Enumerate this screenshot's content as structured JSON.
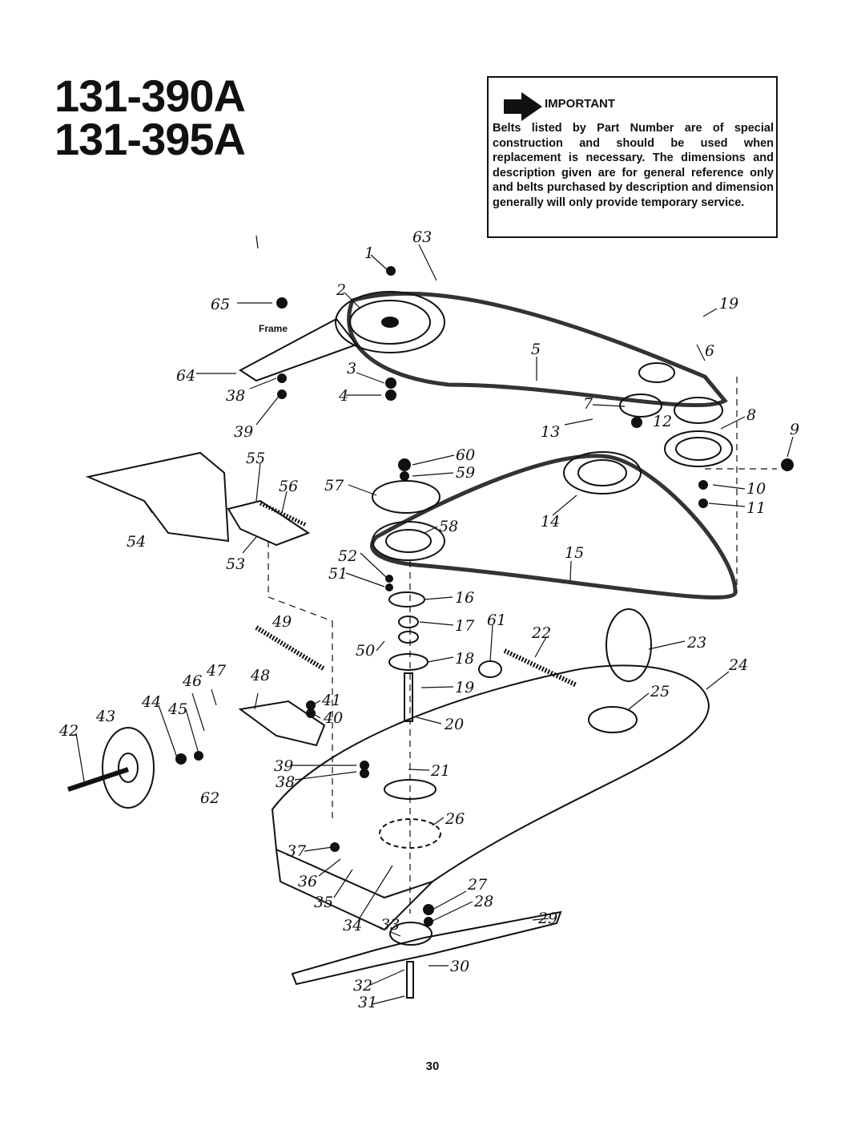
{
  "header": {
    "model_1": "131-390A",
    "model_2": "131-395A"
  },
  "notice": {
    "heading": "IMPORTANT",
    "body": "Belts listed by Part Number are of special construction and should be used when replacement is necessary. The dimensions and description given are for general reference only and belts purchased by description and dimension generally will only provide temporary service.",
    "icon": "arrow-right-icon"
  },
  "diagram": {
    "frame_label": "Frame",
    "callouts": [
      "1",
      "2",
      "3",
      "4",
      "5",
      "6",
      "7",
      "8",
      "9",
      "10",
      "11",
      "12",
      "13",
      "14",
      "15",
      "16",
      "17",
      "18",
      "19",
      "19",
      "20",
      "21",
      "22",
      "23",
      "24",
      "25",
      "26",
      "27",
      "28",
      "29",
      "30",
      "31",
      "32",
      "33",
      "34",
      "35",
      "36",
      "37",
      "38",
      "38",
      "39",
      "39",
      "40",
      "41",
      "42",
      "43",
      "44",
      "45",
      "46",
      "47",
      "48",
      "49",
      "50",
      "51",
      "52",
      "53",
      "54",
      "55",
      "56",
      "57",
      "58",
      "59",
      "60",
      "61",
      "62",
      "63",
      "64",
      "65"
    ]
  },
  "footer": {
    "page_number": "30"
  }
}
